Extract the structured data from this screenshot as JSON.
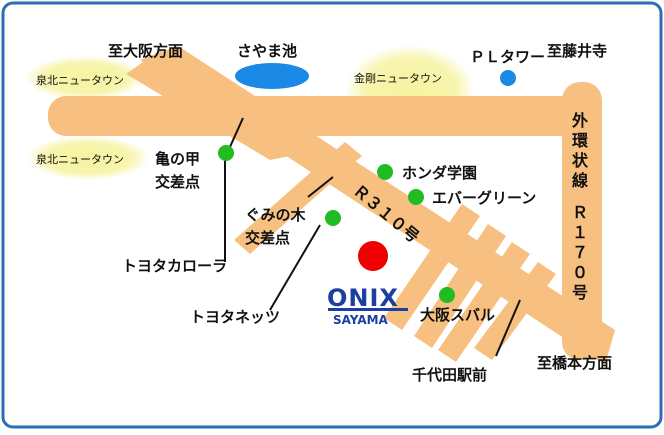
{
  "map": {
    "labels": {
      "to_osaka": "至大阪方面",
      "sayama_pond": "さやま池",
      "pl_tower": "ＰＬタワー",
      "to_fujiidera": "至藤井寺",
      "senboku_nt_1": "泉北ニュータウン",
      "kongo_nt": "金剛ニュータウン",
      "senboku_nt_2": "泉北ニュータウン",
      "kamenoko_1": "亀の甲",
      "kamenoko_2": "交差点",
      "honda": "ホンダ学園",
      "evergreen": "エバーグリーン",
      "gumi_1": "ぐみの木",
      "gumi_2": "交差点",
      "toyota_corolla": "トヨタカローラ",
      "toyota_netz": "トヨタネッツ",
      "osaka_subaru": "大阪スバル",
      "chiyoda_station": "千代田駅前",
      "to_hashimoto": "至橋本方面",
      "outer_ring_chars": [
        "外",
        "環",
        "状",
        "線"
      ],
      "r170_chars": [
        "Ｒ",
        "１",
        "７",
        "０",
        "号"
      ],
      "r310": "Ｒ３１０号"
    },
    "logo": {
      "brand": "ONIX",
      "sub": "SAYAMA"
    },
    "colors": {
      "road": "#f8c080",
      "frame": "#2a6fb6",
      "pond": "#1a8ae6",
      "landmark_green": "#22bb22",
      "target_red": "#ee0000",
      "newtown_glow": "#f6f3a0",
      "logo_blue": "#1c3fa0"
    }
  }
}
